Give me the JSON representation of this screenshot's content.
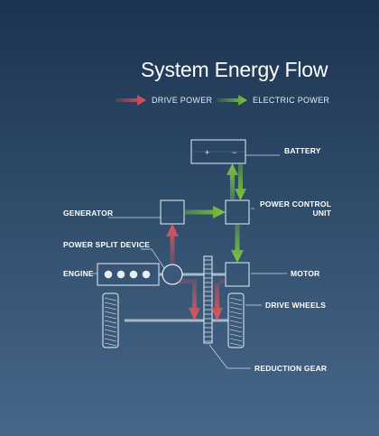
{
  "title": "System Energy Flow",
  "legend": {
    "drive_power": "DRIVE POWER",
    "electric_power": "ELECTRIC POWER"
  },
  "components": {
    "battery": "BATTERY",
    "power_control_unit_line1": "POWER CONTROL",
    "power_control_unit_line2": "UNIT",
    "generator": "GENERATOR",
    "power_split_device": "POWER SPLIT DEVICE",
    "engine": "ENGINE",
    "motor": "MOTOR",
    "drive_wheels": "DRIVE WHEELS",
    "reduction_gear": "REDUCTION GEAR"
  },
  "battery_terminals": {
    "positive": "+",
    "negative": "−"
  },
  "colors": {
    "drive_power": "#e8545a",
    "electric_power": "#7cc83c",
    "outline": "#e8eef5"
  }
}
